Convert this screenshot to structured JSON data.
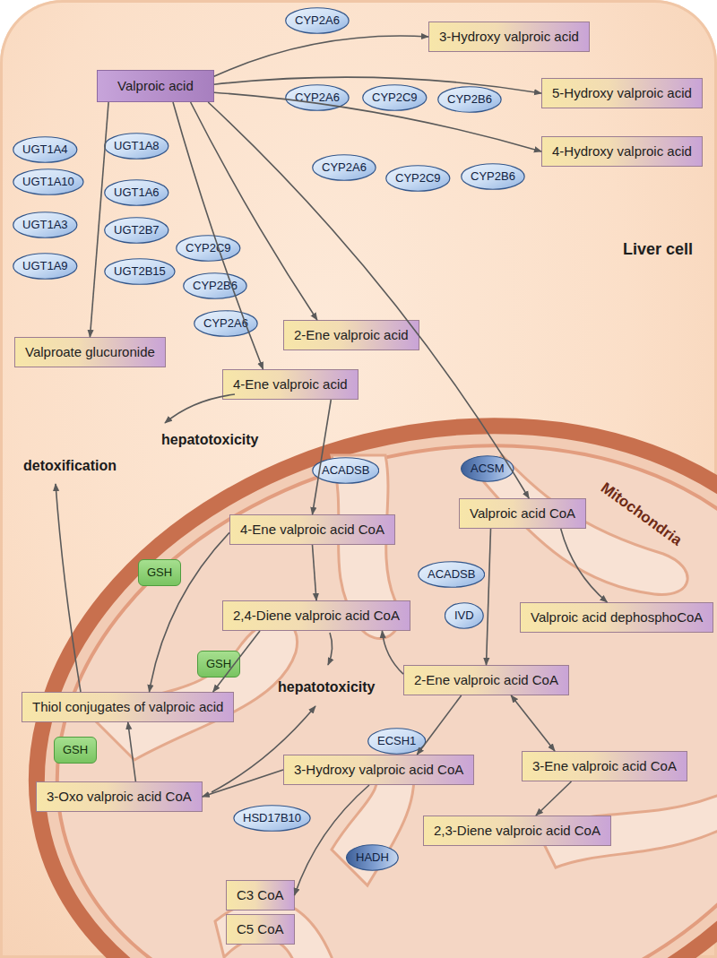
{
  "diagram": {
    "nodes": [
      {
        "text": [
          "Liver cell"
        ]
      },
      {
        "text": [
          "Mitochondria"
        ],
        "in": 0
      },
      {
        "text": [
          "CYP2A6"
        ],
        "in": 0
      },
      {
        "text": [
          "3-Hydroxy valproic acid"
        ],
        "in": 0
      },
      {
        "text": [
          "Valproic acid"
        ],
        "in": 0
      },
      {
        "text": [
          "CYP2A6"
        ],
        "in": 0
      },
      {
        "text": [
          "CYP2C9"
        ],
        "in": 0
      },
      {
        "text": [
          "CYP2B6"
        ],
        "in": 0
      },
      {
        "text": [
          "5-Hydroxy valproic acid"
        ],
        "in": 0
      },
      {
        "text": [
          "UGT1A8"
        ],
        "in": 0
      },
      {
        "text": [
          "UGT1A4"
        ],
        "in": 0
      },
      {
        "text": [
          "4-Hydroxy valproic acid"
        ],
        "in": 0
      },
      {
        "text": [
          "CYP2A6"
        ],
        "in": 0
      },
      {
        "text": [
          "CYP2C9"
        ],
        "in": 0
      },
      {
        "text": [
          "CYP2B6"
        ],
        "in": 0
      },
      {
        "text": [
          "UGT1A10"
        ],
        "in": 0
      },
      {
        "text": [
          "UGT1A6"
        ],
        "in": 0
      },
      {
        "text": [
          "UGT1A3"
        ],
        "in": 0
      },
      {
        "text": [
          "UGT2B7"
        ],
        "in": 0
      },
      {
        "text": [
          "CYP2C9"
        ],
        "in": 0
      },
      {
        "text": [
          "UGT1A9"
        ],
        "in": 0
      },
      {
        "text": [
          "UGT2B15"
        ],
        "in": 0
      },
      {
        "text": [
          "CYP2B6"
        ],
        "in": 0
      },
      {
        "text": [
          "CYP2A6"
        ],
        "in": 0
      },
      {
        "text": [
          "2-Ene valproic acid"
        ],
        "in": 0
      },
      {
        "text": [
          "Valproate glucuronide"
        ],
        "in": 0
      },
      {
        "text": [
          "4-Ene valproic acid"
        ],
        "in": 0
      },
      {
        "text": [
          "ACSM"
        ],
        "in": 1
      },
      {
        "text": [
          "ACADSB"
        ],
        "in": 1
      },
      {
        "text": [
          "Valproic acid CoA"
        ],
        "in": 1
      },
      {
        "text": [
          "4-Ene valproic acid CoA"
        ],
        "in": 1
      },
      {
        "text": [
          "GSH"
        ],
        "in": 1
      },
      {
        "text": [
          "ACADSB"
        ],
        "in": 1
      },
      {
        "text": [
          "2,4-Diene valproic acid CoA"
        ],
        "in": 1
      },
      {
        "text": [
          "IVD"
        ],
        "in": 1
      },
      {
        "text": [
          "Valproic acid dephosphoCoA"
        ],
        "in": 1
      },
      {
        "text": [
          "GSH"
        ],
        "in": 1
      },
      {
        "text": [
          "2-Ene valproic acid CoA"
        ],
        "in": 1
      },
      {
        "text": [
          "Thiol conjugates of valproic acid"
        ],
        "in": 1
      },
      {
        "text": [
          "ECSH1"
        ],
        "in": 1
      },
      {
        "text": [
          "GSH"
        ],
        "in": 1
      },
      {
        "text": [
          "3-Hydroxy valproic acid CoA"
        ],
        "in": 1
      },
      {
        "text": [
          "3-Ene valproic acid CoA"
        ],
        "in": 1
      },
      {
        "text": [
          "3-Oxo valproic acid CoA"
        ],
        "in": 1
      },
      {
        "text": [
          "HSD17B10"
        ],
        "in": 1
      },
      {
        "text": [
          "2,3-Diene valproic acid CoA"
        ],
        "in": 1
      },
      {
        "text": [
          "HADH"
        ],
        "in": 1
      },
      {
        "text": [
          "C3 CoA"
        ],
        "in": 1
      },
      {
        "text": [
          "C5 CoA"
        ],
        "in": 1
      }
    ],
    "edges": [
      {
        "from": 4,
        "to": 3,
        "arrow": "to"
      },
      {
        "from": 4,
        "to": 8,
        "arrow": "to"
      },
      {
        "from": 4,
        "to": 11,
        "arrow": "to"
      },
      {
        "from": 4,
        "to": 25,
        "arrow": "to"
      },
      {
        "from": 4,
        "to": 26,
        "arrow": "to"
      },
      {
        "from": 4,
        "to": 24,
        "arrow": "to"
      },
      {
        "from": 4,
        "to": 29,
        "arrow": "to"
      },
      {
        "from": 26,
        "to": 30,
        "arrow": "to"
      },
      {
        "from": 29,
        "to": 35,
        "arrow": "to"
      },
      {
        "from": 29,
        "to": 37,
        "arrow": "to"
      },
      {
        "from": 30,
        "to": 33,
        "arrow": "to"
      },
      {
        "from": 30,
        "to": 38,
        "arrow": "to"
      },
      {
        "from": 33,
        "to": 38,
        "arrow": "to"
      },
      {
        "from": 37,
        "to": 33,
        "arrow": "to"
      },
      {
        "from": 37,
        "to": 41,
        "arrow": "to"
      },
      {
        "from": 37,
        "to": 42,
        "arrow": "both"
      },
      {
        "from": 42,
        "to": 45,
        "arrow": "to"
      },
      {
        "from": 41,
        "to": 43,
        "arrow": "to"
      },
      {
        "from": 41,
        "to": 47,
        "arrow": "to"
      },
      {
        "from": 43,
        "to": 38,
        "arrow": "to"
      }
    ],
    "labels": [
      "hepatotoxicity",
      "detoxification",
      "hepatotoxicity"
    ]
  }
}
